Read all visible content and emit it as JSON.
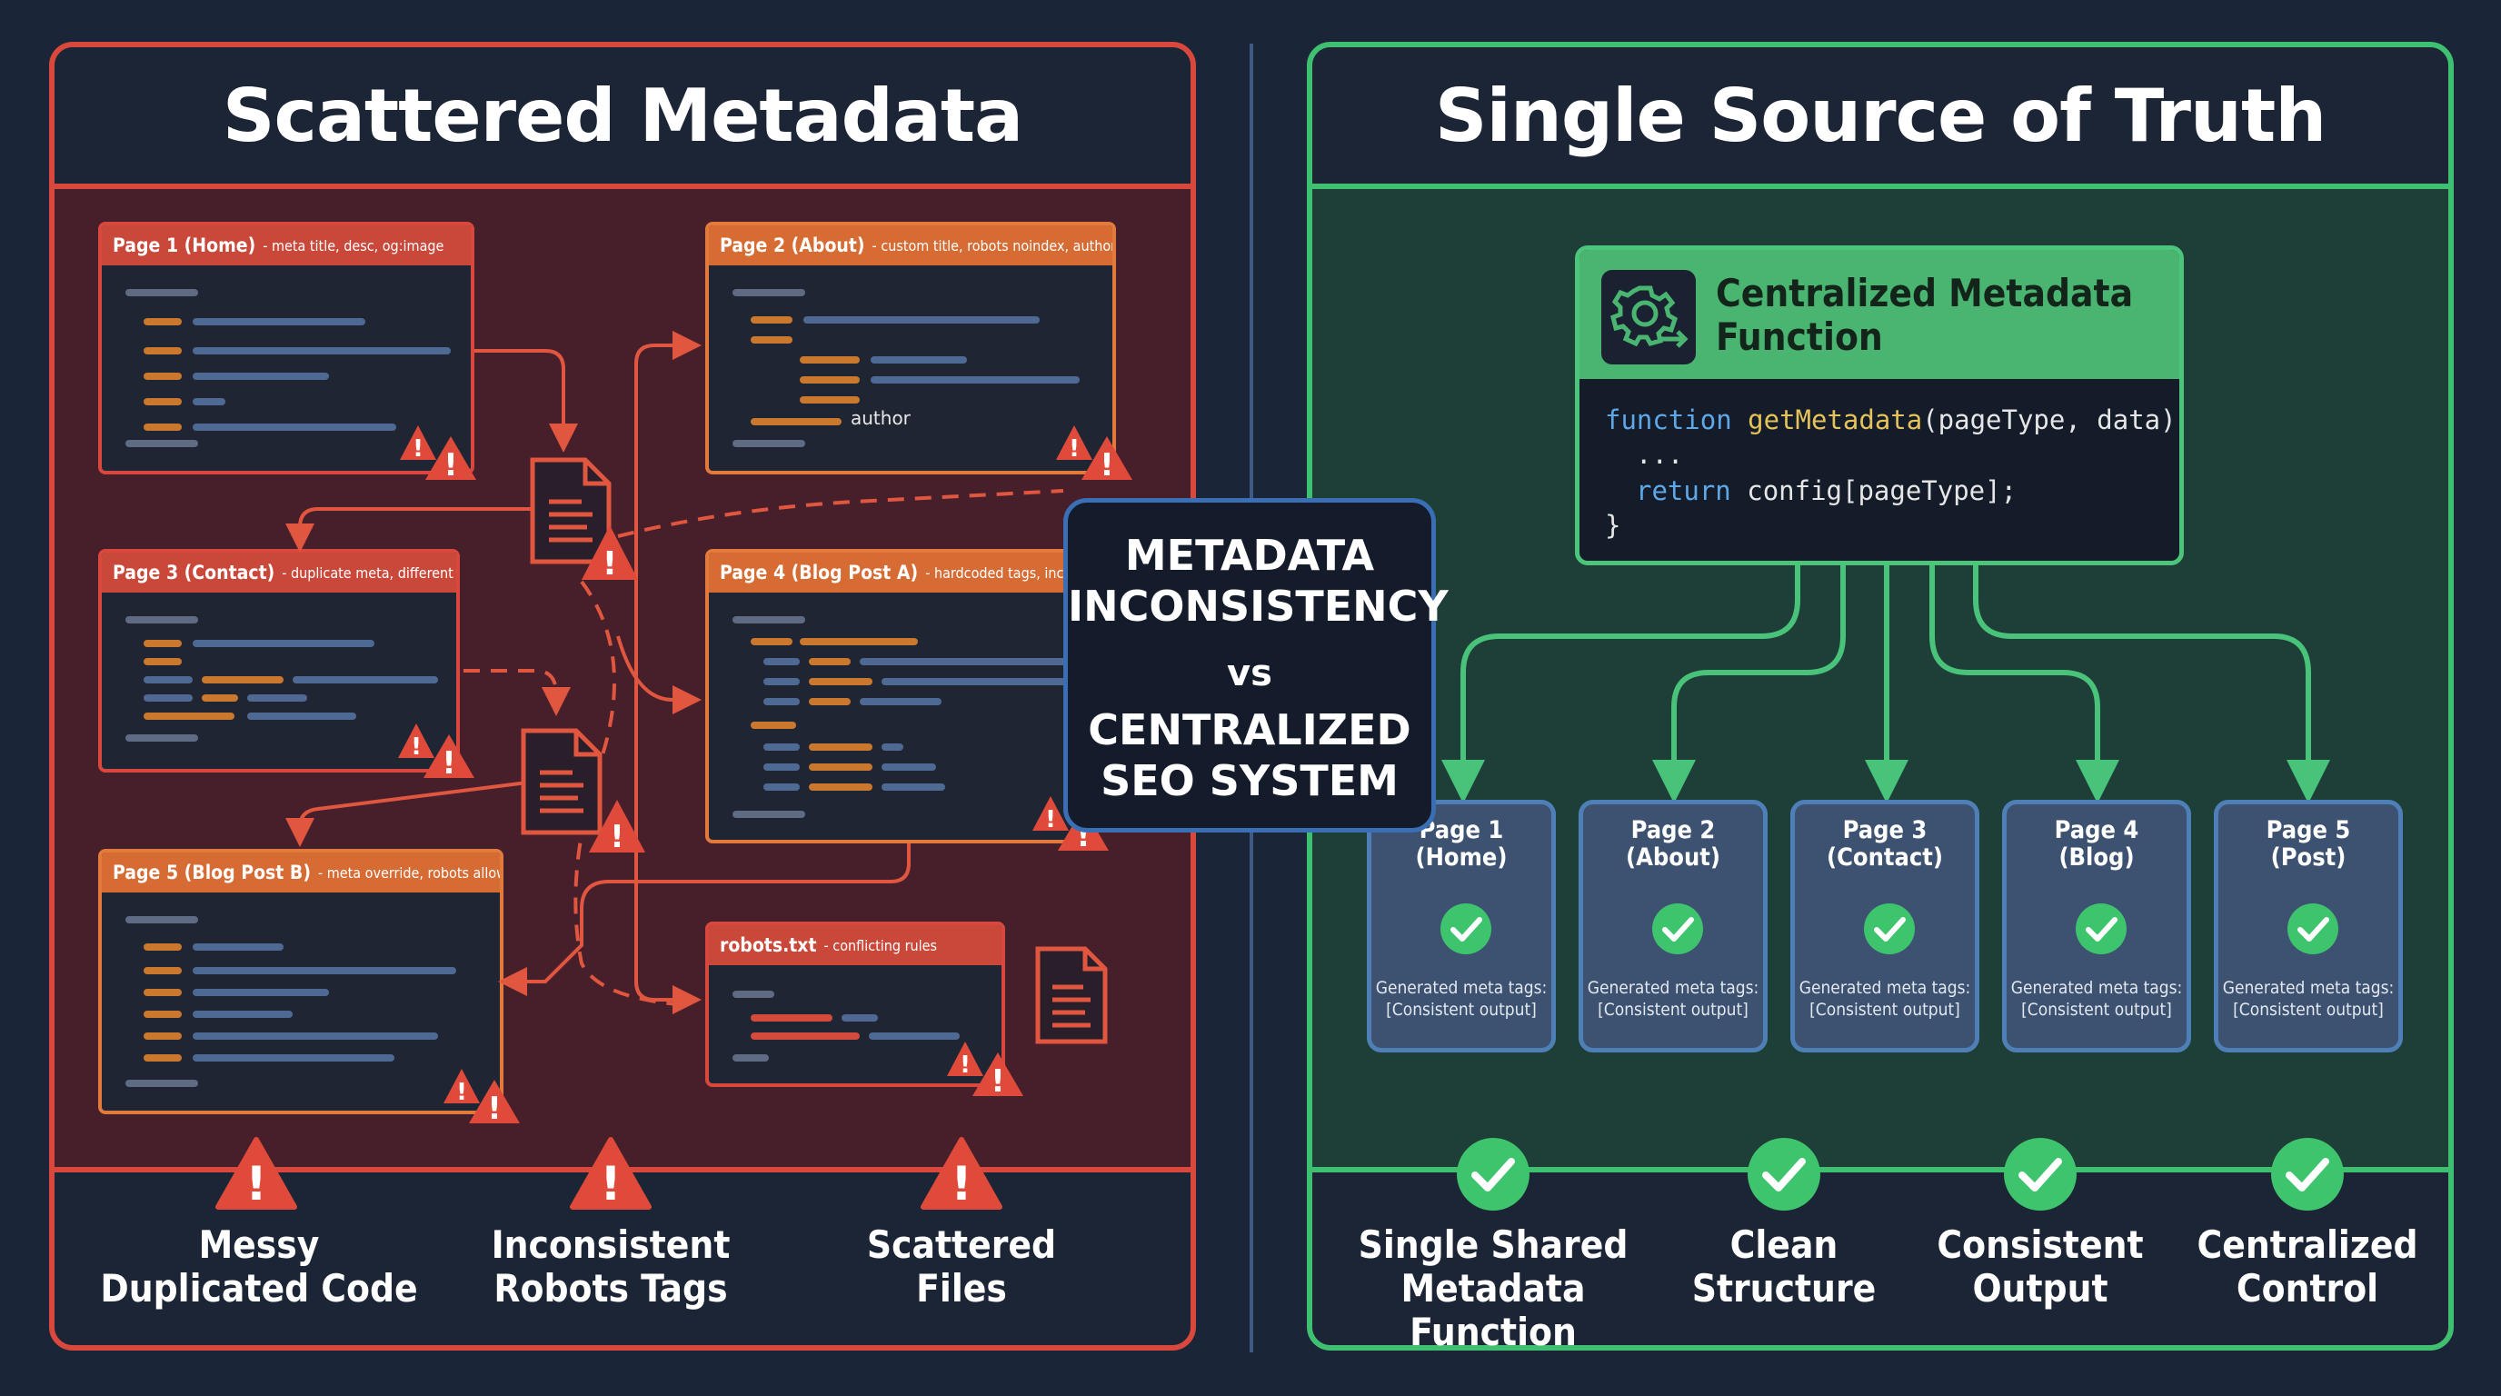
{
  "center": {
    "line1": "METADATA",
    "line2": "INCONSISTENCY",
    "vs": "vs",
    "line3": "CENTRALIZED",
    "line4": "SEO SYSTEM"
  },
  "left": {
    "title": "Scattered Metadata",
    "windows": [
      {
        "title": "Page 1 (Home)",
        "subtitle": "- meta title, desc, og:image"
      },
      {
        "title": "Page 2 (About)",
        "subtitle": "- custom title, robots noindex, author",
        "inline_text": "author"
      },
      {
        "title": "Page 3 (Contact)",
        "subtitle": "- duplicate meta, different og"
      },
      {
        "title": "Page 4 (Blog Post A)",
        "subtitle": "- hardcoded tags, inconsi"
      },
      {
        "title": "Page 5 (Blog Post B)",
        "subtitle": "- meta override, robots allow"
      },
      {
        "title": "robots.txt",
        "subtitle": "- conflicting rules"
      }
    ],
    "footer": [
      {
        "line1": "Messy",
        "line2": "Duplicated Code"
      },
      {
        "line1": "Inconsistent",
        "line2": "Robots Tags"
      },
      {
        "line1": "Scattered",
        "line2": "Files"
      }
    ],
    "colors": {
      "accent": "#d9483c",
      "warning": "#e04a3a",
      "panel_bg": "#471f2a"
    }
  },
  "right": {
    "title": "Single Source of Truth",
    "function_box": {
      "title_line1": "Centralized Metadata",
      "title_line2": "Function",
      "icon": "gear-arrow-icon",
      "code": {
        "keyword_function": "function",
        "fn_name": "getMetadata",
        "params": "(pageType, data) {",
        "ellipsis": "...",
        "keyword_return": "return",
        "return_expr": "config[pageType];",
        "close": "}"
      }
    },
    "pages": [
      {
        "line1": "Page 1",
        "line2": "(Home)",
        "desc1": "Generated meta tags:",
        "desc2": "[Consistent output]"
      },
      {
        "line1": "Page 2",
        "line2": "(About)",
        "desc1": "Generated meta tags:",
        "desc2": "[Consistent output]"
      },
      {
        "line1": "Page 3",
        "line2": "(Contact)",
        "desc1": "Generated meta tags:",
        "desc2": "[Consistent output]"
      },
      {
        "line1": "Page 4",
        "line2": "(Blog)",
        "desc1": "Generated meta tags:",
        "desc2": "[Consistent output]"
      },
      {
        "line1": "Page 5",
        "line2": "(Post)",
        "desc1": "Generated meta tags:",
        "desc2": "[Consistent output]"
      }
    ],
    "footer": [
      {
        "line1": "Single Shared",
        "line2": "Metadata Function"
      },
      {
        "line1": "Clean",
        "line2": "Structure"
      },
      {
        "line1": "Consistent",
        "line2": "Output"
      },
      {
        "line1": "Centralized",
        "line2": "Control"
      }
    ],
    "colors": {
      "accent": "#3fbf70",
      "check": "#3ec46d",
      "panel_bg": "#1d3f38"
    }
  }
}
